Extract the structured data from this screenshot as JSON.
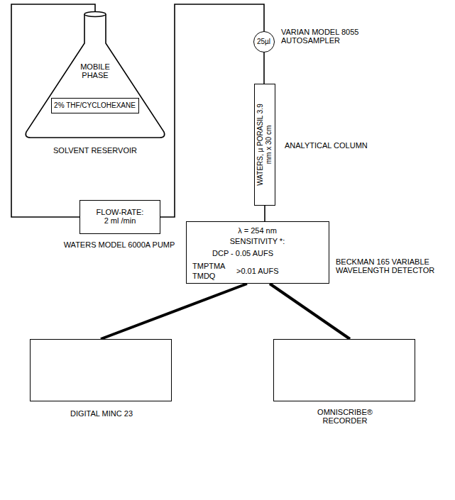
{
  "diagram": {
    "nodes": [
      {
        "text": [
          "MOBILE PHASE",
          "SOLVENT RESERVOIR"
        ]
      },
      {
        "text": [
          "2% THF/CYCLOHEXANE"
        ],
        "in": 0
      },
      {
        "text": [
          "FLOW-RATE: 2 ml /min",
          "WATERS MODEL 6000A PUMP"
        ]
      },
      {
        "text": [
          "25µl",
          "VARIAN MODEL 8055 AUTOSAMPLER"
        ]
      },
      {
        "text": [
          "WATERS, µ PORASIL 3.9 mm x 30 cm",
          "ANALYTICAL COLUMN"
        ]
      },
      {
        "text": [
          "λ = 254 nm",
          "SENSITIVITY *:",
          "DCP - 0.05 AUFS",
          "TMPTMA",
          "TMDQ",
          ">0.01 AUFS",
          "BECKMAN 165 VARIABLE WAVELENGTH DETECTOR"
        ]
      },
      {
        "text": [
          "DIGITAL MINC 23"
        ]
      },
      {
        "text": [
          "OMNISCRIBE® RECORDER"
        ]
      }
    ],
    "edges": [
      {
        "from": 0,
        "to": 2,
        "arrow": "none"
      },
      {
        "from": 2,
        "to": 3,
        "arrow": "none"
      },
      {
        "from": 3,
        "to": 4,
        "arrow": "none"
      },
      {
        "from": 4,
        "to": 5,
        "arrow": "none"
      },
      {
        "from": 5,
        "to": 6,
        "arrow": "none"
      },
      {
        "from": 5,
        "to": 7,
        "arrow": "none"
      }
    ]
  }
}
